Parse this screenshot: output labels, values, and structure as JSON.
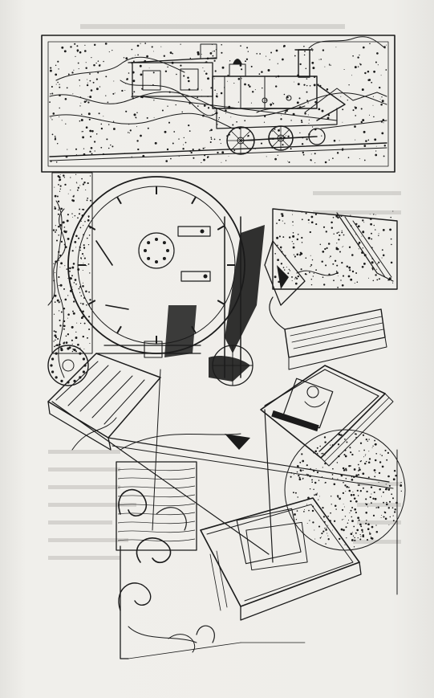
{
  "page": {
    "background": "#ecebe7",
    "ink_color": "#1b1b1b",
    "illustration": {
      "subject_elements": [
        "steam-locomotive",
        "clock-face",
        "open-book",
        "closed-books",
        "leaning-book",
        "paper-sheets",
        "ornamental-scrollwork",
        "clock-gears"
      ]
    }
  }
}
